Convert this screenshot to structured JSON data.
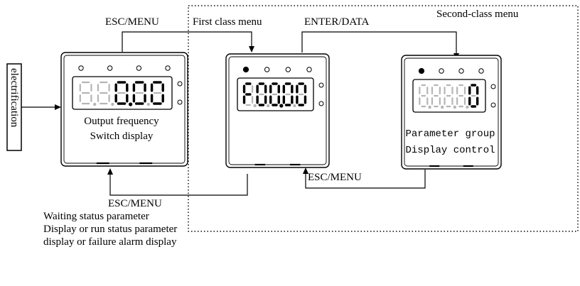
{
  "labels": {
    "esc_menu_top": "ESC/MENU",
    "first_class": "First class menu",
    "enter_data": "ENTER/DATA",
    "second_class": "Second-class menu",
    "electrification": "electrification",
    "esc_menu_bottom_left": "ESC/MENU",
    "esc_menu_bottom_mid": "ESC/MENU"
  },
  "panels": [
    {
      "name": "output-frequency-panel",
      "display": "0.00",
      "caption_line1": "Output frequency",
      "caption_line2": "Switch display",
      "led_active": -1
    },
    {
      "name": "first-class-menu-panel",
      "display": "F00.00",
      "caption_line1": "",
      "caption_line2": "",
      "led_active": 0
    },
    {
      "name": "second-class-menu-panel",
      "display": "0",
      "caption_line1": "Parameter group",
      "caption_line2": "Display control",
      "led_active": 0
    }
  ],
  "notes": {
    "waiting_status": "Waiting status parameter Display or run status parameter display or failure alarm display"
  }
}
